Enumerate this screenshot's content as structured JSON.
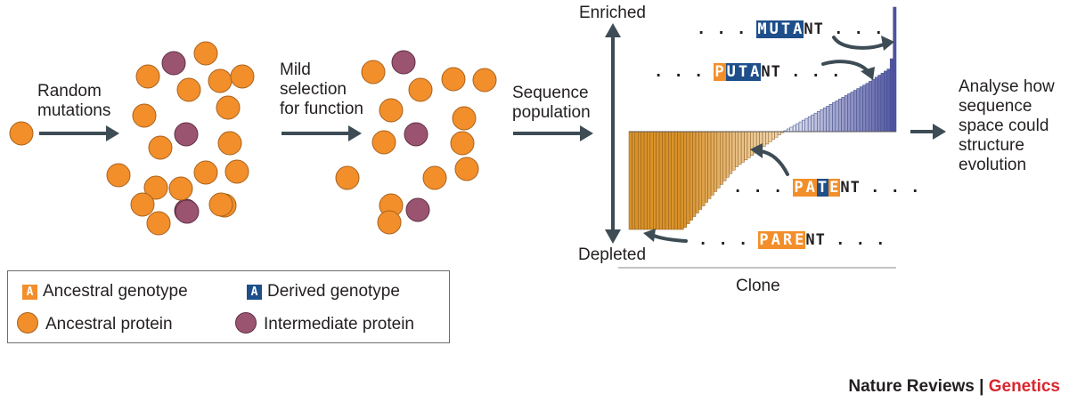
{
  "colors": {
    "ancestral": "#f28f2b",
    "ancestral_edge": "#a8611d",
    "intermediate": "#9b5470",
    "intermediate_edge": "#5e2e44",
    "derived": "#1e4f8a",
    "arrow": "#3d4c55",
    "text": "#231f20",
    "brand_red": "#d9262f"
  },
  "labels": {
    "random_mutations": [
      "Random",
      "mutations"
    ],
    "mild_selection": [
      "Mild",
      "selection",
      "for function"
    ],
    "sequence_population": [
      "Sequence",
      "population"
    ],
    "analyse": [
      "Analyse how",
      "sequence",
      "space could",
      "structure",
      "evolution"
    ],
    "enriched": "Enriched",
    "depleted": "Depleted",
    "clone": "Clone"
  },
  "sequences": {
    "mutant": {
      "prefix": "...",
      "boxed": [
        {
          "ch": "M",
          "kind": "derived"
        },
        {
          "ch": "U",
          "kind": "derived"
        },
        {
          "ch": "T",
          "kind": "derived"
        },
        {
          "ch": "A",
          "kind": "derived"
        }
      ],
      "suffix": "NT..."
    },
    "putant": {
      "prefix": "...",
      "boxed": [
        {
          "ch": "P",
          "kind": "ancestral"
        },
        {
          "ch": "U",
          "kind": "derived"
        },
        {
          "ch": "T",
          "kind": "derived"
        },
        {
          "ch": "A",
          "kind": "derived"
        }
      ],
      "suffix": "NT..."
    },
    "patent": {
      "prefix": "...",
      "boxed": [
        {
          "ch": "P",
          "kind": "ancestral"
        },
        {
          "ch": "A",
          "kind": "ancestral"
        },
        {
          "ch": "T",
          "kind": "derived"
        },
        {
          "ch": "E",
          "kind": "ancestral"
        }
      ],
      "suffix": "NT..."
    },
    "parent": {
      "prefix": "...",
      "boxed": [
        {
          "ch": "P",
          "kind": "ancestral"
        },
        {
          "ch": "A",
          "kind": "ancestral"
        },
        {
          "ch": "R",
          "kind": "ancestral"
        },
        {
          "ch": "E",
          "kind": "ancestral"
        }
      ],
      "suffix": "NT..."
    }
  },
  "legend": {
    "ancestral_genotype_glyph": "A",
    "ancestral_genotype": "Ancestral genotype",
    "derived_genotype_glyph": "A",
    "derived_genotype": "Derived genotype",
    "ancestral_protein": "Ancestral protein",
    "intermediate_protein": "Intermediate protein"
  },
  "credit": {
    "journal": "Nature Reviews",
    "separator": " | ",
    "section": "Genetics"
  },
  "clusters": {
    "initial": [
      {
        "type": "ancestral"
      }
    ],
    "mutated": [
      {
        "type": "ancestral"
      },
      {
        "type": "intermediate"
      },
      {
        "type": "ancestral"
      },
      {
        "type": "ancestral"
      },
      {
        "type": "ancestral"
      },
      {
        "type": "ancestral"
      },
      {
        "type": "ancestral"
      },
      {
        "type": "ancestral"
      },
      {
        "type": "ancestral"
      },
      {
        "type": "intermediate"
      },
      {
        "type": "ancestral"
      },
      {
        "type": "ancestral"
      },
      {
        "type": "ancestral"
      },
      {
        "type": "intermediate"
      },
      {
        "type": "ancestral"
      },
      {
        "type": "ancestral"
      },
      {
        "type": "ancestral"
      },
      {
        "type": "ancestral"
      },
      {
        "type": "ancestral"
      },
      {
        "type": "ancestral"
      },
      {
        "type": "intermediate"
      },
      {
        "type": "ancestral"
      }
    ],
    "selected": [
      {
        "type": "intermediate"
      },
      {
        "type": "ancestral"
      },
      {
        "type": "ancestral"
      },
      {
        "type": "ancestral"
      },
      {
        "type": "ancestral"
      },
      {
        "type": "ancestral"
      },
      {
        "type": "ancestral"
      },
      {
        "type": "ancestral"
      },
      {
        "type": "intermediate"
      },
      {
        "type": "ancestral"
      },
      {
        "type": "ancestral"
      },
      {
        "type": "ancestral"
      },
      {
        "type": "ancestral"
      },
      {
        "type": "ancestral"
      },
      {
        "type": "intermediate"
      },
      {
        "type": "ancestral"
      }
    ]
  }
}
